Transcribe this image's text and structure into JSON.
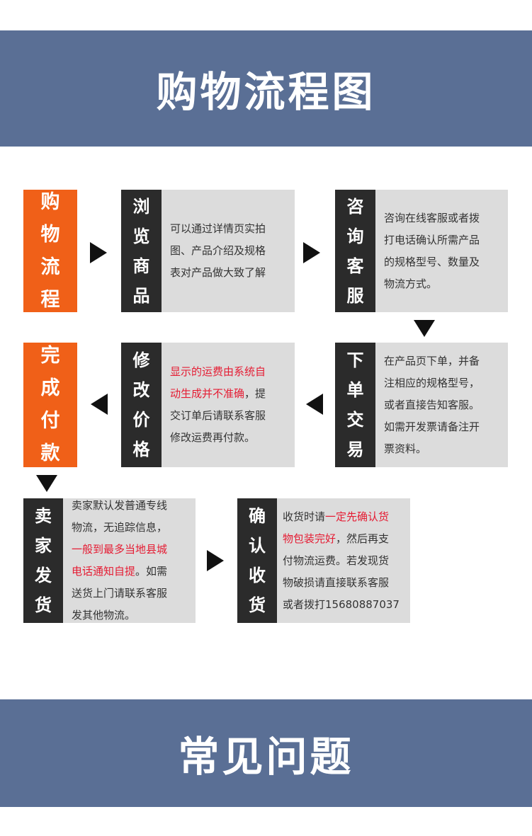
{
  "header": {
    "title": "购物流程图"
  },
  "footer": {
    "title": "常见问题"
  },
  "flow": {
    "start_tag": [
      "购",
      "物",
      "流",
      "程"
    ],
    "end_tag": [
      "完",
      "成",
      "付",
      "款"
    ],
    "steps": {
      "browse": {
        "label": [
          "浏",
          "览",
          "商",
          "品"
        ],
        "lines": [
          [
            {
              "t": "可以通过详情页实拍"
            }
          ],
          [
            {
              "t": "图、产品介绍及规格"
            }
          ],
          [
            {
              "t": "表对产品做大致了解"
            }
          ]
        ]
      },
      "consult": {
        "label": [
          "咨",
          "询",
          "客",
          "服"
        ],
        "lines": [
          [
            {
              "t": "咨询在线客服或者拨"
            }
          ],
          [
            {
              "t": "打电话确认所需产品"
            }
          ],
          [
            {
              "t": "的规格型号、数量及"
            }
          ],
          [
            {
              "t": "物流方式。"
            }
          ]
        ]
      },
      "order": {
        "label": [
          "下",
          "单",
          "交",
          "易"
        ],
        "lines": [
          [
            {
              "t": "在产品页下单，并备"
            }
          ],
          [
            {
              "t": "注相应的规格型号，"
            }
          ],
          [
            {
              "t": "或者直接告知客服。"
            }
          ],
          [
            {
              "t": "如需开发票请备注开"
            }
          ],
          [
            {
              "t": "票资料。"
            }
          ]
        ]
      },
      "modify": {
        "label": [
          "修",
          "改",
          "价",
          "格"
        ],
        "lines": [
          [
            {
              "t": "显示的运费由系统自",
              "red": true
            }
          ],
          [
            {
              "t": "动生成并不准确",
              "red": true
            },
            {
              "t": "，提"
            }
          ],
          [
            {
              "t": "交订单后请联系客服"
            }
          ],
          [
            {
              "t": "修改运费再付款。"
            }
          ]
        ]
      },
      "ship": {
        "label": [
          "卖",
          "家",
          "发",
          "货"
        ],
        "lines": [
          [
            {
              "t": "卖家默认发普通专线"
            }
          ],
          [
            {
              "t": "物流，无追踪信息，"
            }
          ],
          [
            {
              "t": "一般到最多当地县城",
              "red": true
            }
          ],
          [
            {
              "t": "电话通知自提",
              "red": true
            },
            {
              "t": "。如需"
            }
          ],
          [
            {
              "t": "送货上门请联系客服"
            }
          ],
          [
            {
              "t": "发其他物流。"
            }
          ]
        ]
      },
      "receive": {
        "label": [
          "确",
          "认",
          "收",
          "货"
        ],
        "lines": [
          [
            {
              "t": "收货时请"
            },
            {
              "t": "一定先确认货",
              "red": true
            }
          ],
          [
            {
              "t": "物包装完好",
              "red": true
            },
            {
              "t": "，然后再支"
            }
          ],
          [
            {
              "t": "付物流运费。若发现货"
            }
          ],
          [
            {
              "t": "物破损请直接联系客服"
            }
          ],
          [
            {
              "t": "或者拨打15680887037"
            }
          ]
        ]
      }
    }
  }
}
